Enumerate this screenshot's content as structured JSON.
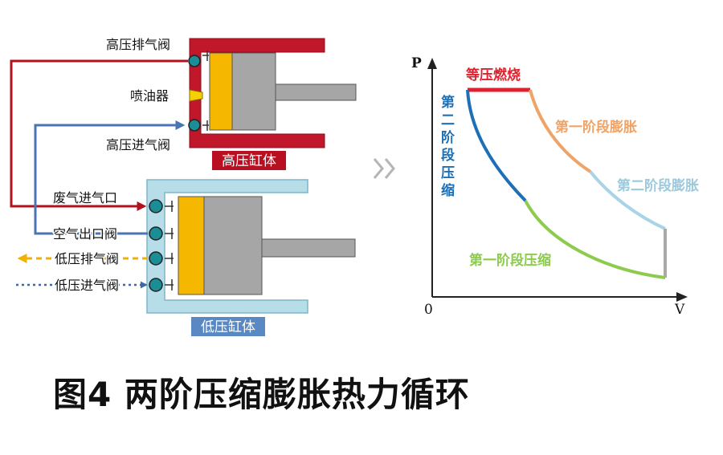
{
  "colors": {
    "high_cylinder": "#c0172a",
    "low_cylinder": "#b7dde8",
    "low_cylinder_border": "#7fb5c8",
    "piston": "#f6b700",
    "rod": "#a6a6a6",
    "valve": "#1a8d97",
    "exhaust_pipe": "#b0121e",
    "air_pipe": "#4a74b4",
    "low_exhaust_arrow": "#f2b000",
    "low_intake_arrow": "#3f68a8",
    "high_label_bg": "#b81020",
    "low_label_bg": "#5a88c2",
    "curve_isobaric": "#e0202c",
    "curve_stage1_expansion": "#f0a366",
    "curve_stage2_expansion": "#a8d4e6",
    "curve_stage1_compression": "#8ccb4c",
    "curve_stage2_compression": "#1d6fb6",
    "curve_isochoric": "#a9a9a9"
  },
  "engine": {
    "high": {
      "label": "高压缸体",
      "exhaust_valve": "高压排气阀",
      "injector": "喷油器",
      "intake_valve": "高压进气阀"
    },
    "low": {
      "label": "低压缸体",
      "exhaust_gas_inlet": "废气进气口",
      "air_outlet_valve": "空气出口阀",
      "exhaust_valve": "低压排气阀",
      "intake_valve": "低压进气阀"
    }
  },
  "separator_icon": "double-chevron-right-icon",
  "pv_diagram": {
    "axis_p": "P",
    "axis_v": "V",
    "origin": "0",
    "segments": {
      "isobaric_combustion": "等压燃烧",
      "stage1_expansion": "第一阶段膨胀",
      "stage2_expansion": "第二阶段膨胀",
      "stage1_compression": "第一阶段压缩",
      "stage2_compression": [
        "第",
        "二",
        "阶",
        "段",
        "压",
        "缩"
      ]
    }
  },
  "caption": "图4  两阶压缩膨胀热力循环"
}
